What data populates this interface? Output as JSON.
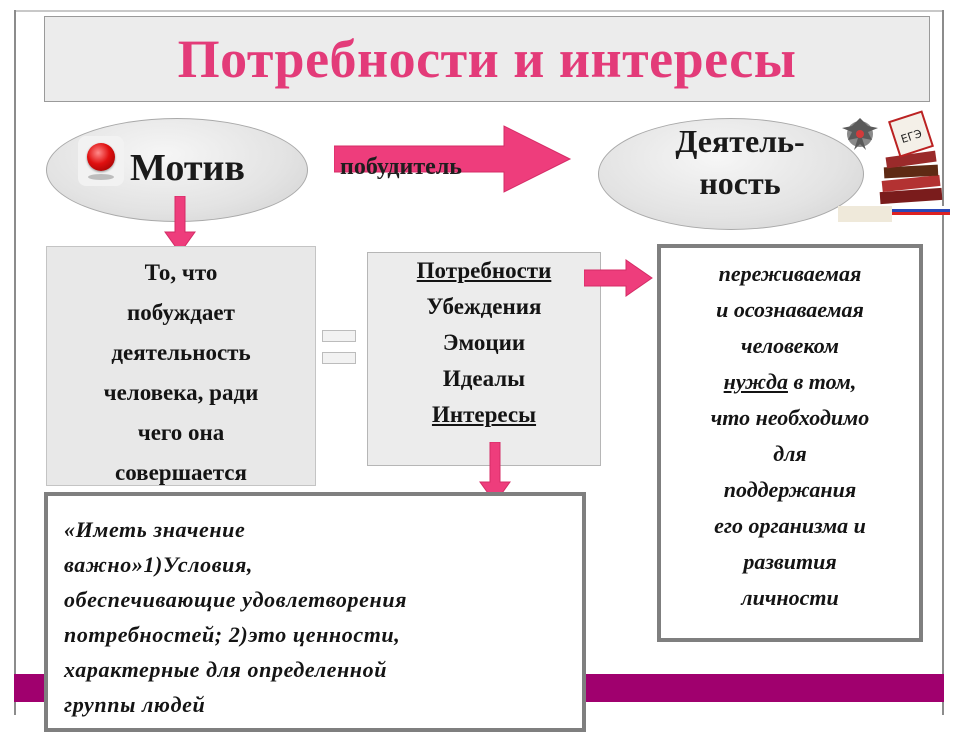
{
  "title": "Потребности и интересы",
  "motiv": {
    "label": "Мотив"
  },
  "activity": {
    "line1": "Деятель-",
    "line2": "ность"
  },
  "arrow_label": "побудитель",
  "definition": {
    "lines": [
      "То, что",
      "побуждает",
      "деятельность",
      "человека, ради",
      "чего она",
      "совершается"
    ]
  },
  "list": {
    "items": [
      "Потребности",
      "Убеждения",
      "Эмоции",
      "Идеалы",
      "Интересы"
    ]
  },
  "need": {
    "line1": "переживаемая",
    "line2": "и осознаваемая",
    "line3": "человеком",
    "line4_link": "нужда",
    "line4_rest": " в том,",
    "line5": "что необходимо",
    "line6": "для",
    "line7": "поддержания",
    "line8": "его организма и",
    "line9": "развития",
    "line10": "личности"
  },
  "interest": {
    "lines": [
      "«Иметь значение",
      "важно»1)Условия,",
      "обеспечивающие удовлетворения",
      "потребностей; 2)это ценности,",
      "характерные для определенной",
      "группы людей"
    ]
  },
  "colors": {
    "title": "#e33b79",
    "arrow": "#ee3d7c",
    "bottom_bar": "#a0006e",
    "border": "#7f7f7f"
  },
  "icons": [
    "red-button-icon",
    "books-emblem-icon"
  ]
}
